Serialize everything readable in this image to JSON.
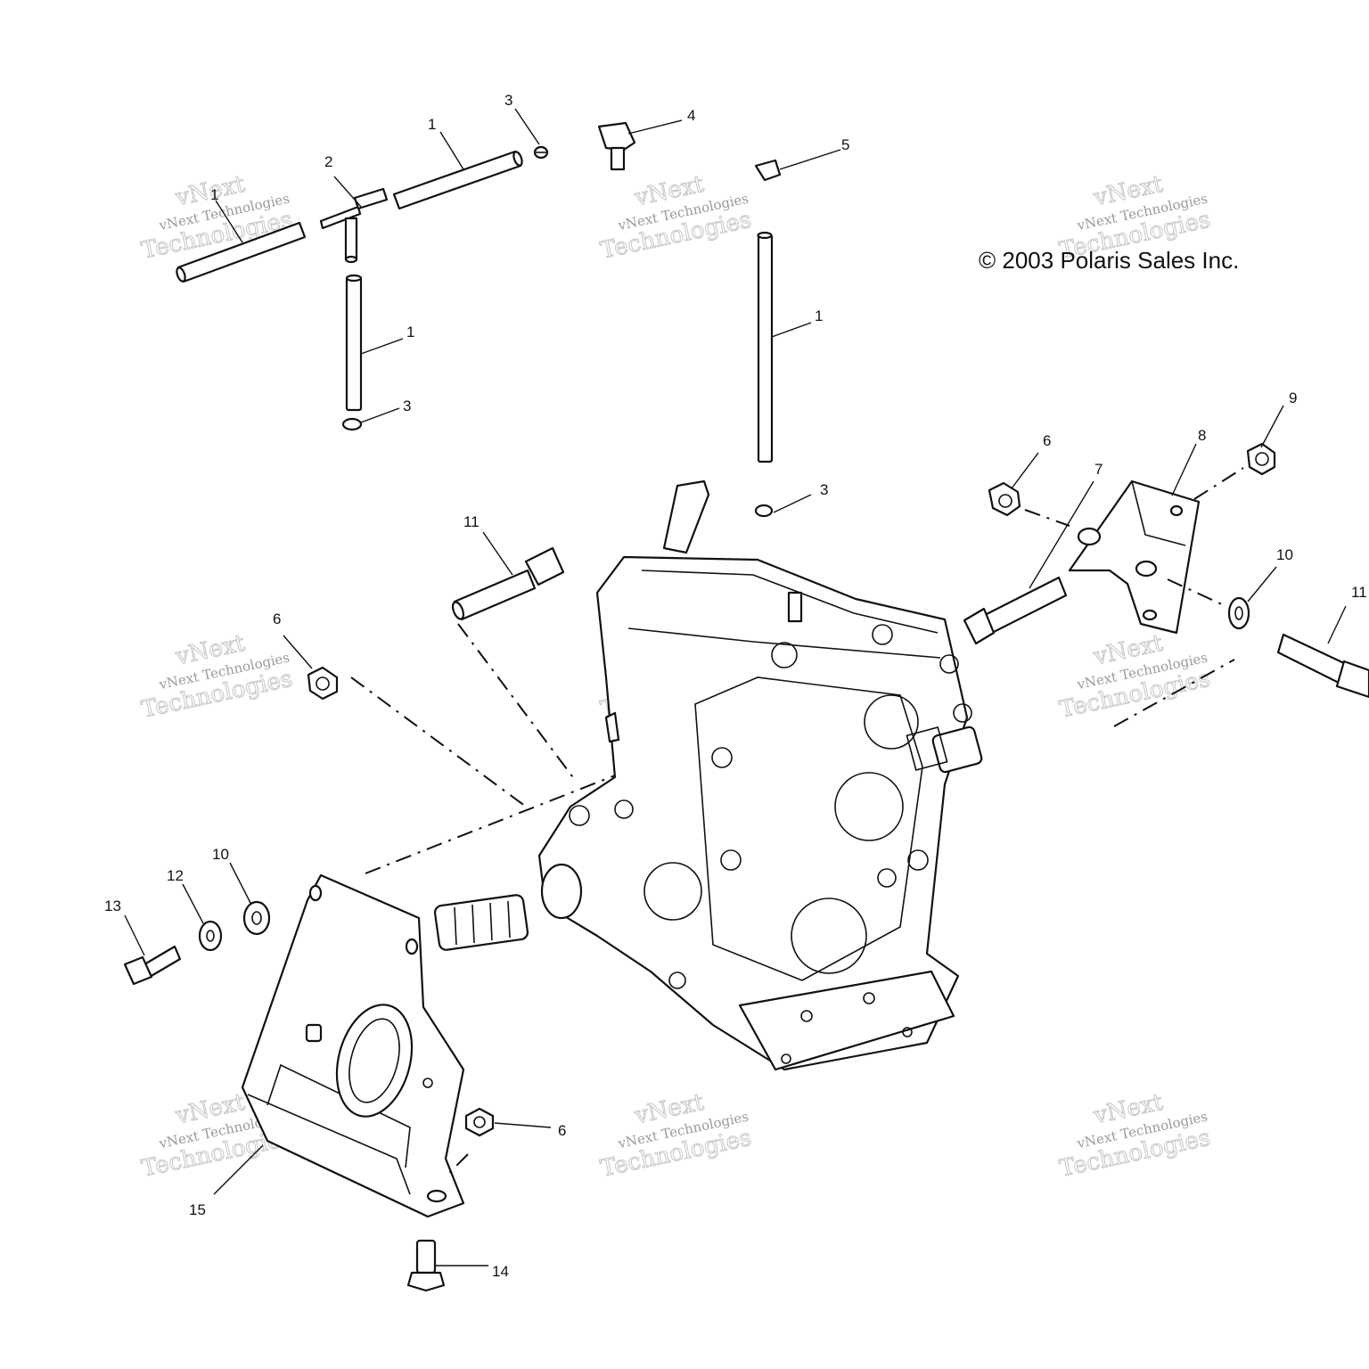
{
  "copyright": "© 2003 Polaris Sales Inc.",
  "watermark": {
    "brand": "vNext",
    "line_small": "vNext Technologies",
    "line_large": "Technologies"
  },
  "callouts": [
    {
      "id": "c1a",
      "label": "1"
    },
    {
      "id": "c1b",
      "label": "1"
    },
    {
      "id": "c1c",
      "label": "1"
    },
    {
      "id": "c1d",
      "label": "1"
    },
    {
      "id": "c2",
      "label": "2"
    },
    {
      "id": "c3a",
      "label": "3"
    },
    {
      "id": "c3b",
      "label": "3"
    },
    {
      "id": "c3c",
      "label": "3"
    },
    {
      "id": "c4",
      "label": "4"
    },
    {
      "id": "c5",
      "label": "5"
    },
    {
      "id": "c6a",
      "label": "6"
    },
    {
      "id": "c6b",
      "label": "6"
    },
    {
      "id": "c6c",
      "label": "6"
    },
    {
      "id": "c7",
      "label": "7"
    },
    {
      "id": "c8",
      "label": "8"
    },
    {
      "id": "c9",
      "label": "9"
    },
    {
      "id": "c10a",
      "label": "10"
    },
    {
      "id": "c10b",
      "label": "10"
    },
    {
      "id": "c11a",
      "label": "11"
    },
    {
      "id": "c11b",
      "label": "11"
    },
    {
      "id": "c12",
      "label": "12"
    },
    {
      "id": "c13",
      "label": "13"
    },
    {
      "id": "c14",
      "label": "14"
    },
    {
      "id": "c15",
      "label": "15"
    }
  ]
}
